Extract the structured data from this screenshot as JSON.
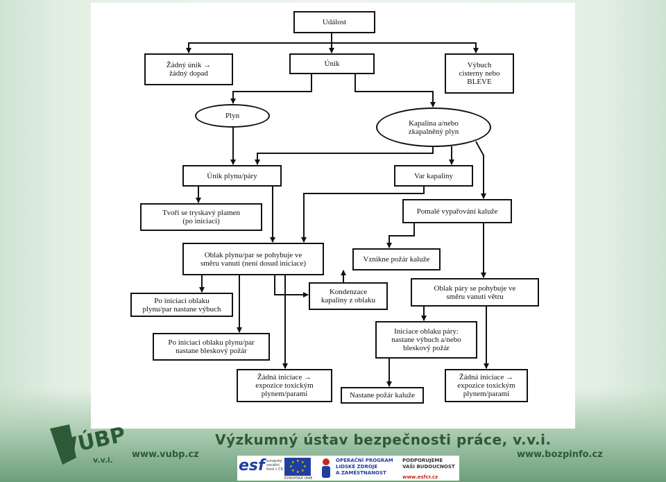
{
  "diagram": {
    "nodes": {
      "udalost": "Událost",
      "zadny_unik": "Žádný únik →\nžádný dopad",
      "unik": "Únik",
      "vybuch": "Výbuch\ncisterny nebo\nBLEVE",
      "plyn": "Plyn",
      "kapalina": "Kapalina a/nebo\nzkapalněný plyn",
      "unik_plynu": "Únik plynu/páry",
      "var_kapaliny": "Var kapaliny",
      "pomale": "Pomalé vypařování kaluže",
      "tryskavy": "Tvoří se tryskavý plamen\n(po iniciaci)",
      "oblak_plynu": "Oblak plynu/par se pohybuje ve\nsměru vanutí (není dosud iniciace)",
      "vznikne_pozar": "Vznikne požár kaluže",
      "kondenzace": "Kondenzace\nkapaliny z oblaku",
      "oblak_pary": "Oblak páry se pohybuje ve\nsměru vanutí větru",
      "po_iniciaci_vybuch": "Po iniciaci oblaku\nplynu/par nastane výbuch",
      "po_iniciaci_pozar": "Po iniciaci oblaku plynu/par\nnastane bleskový požár",
      "iniciace_oblaku": "Iniciace oblaku páry:\nnastane výbuch a/nebo\nbleskový požár",
      "zadna_iniciace_1": "Žádná iniciace →\nexpozice toxickým\nplynem/parami",
      "nastane_pozar": "Nastane požár kaluže",
      "zadna_iniciace_2": "Žádná iniciace →\nexpozice toxickým\nplynem/parami"
    }
  },
  "footer": {
    "title": "Výzkumný ústav bezpečnosti práce, v.v.i.",
    "url_left": "www.vubp.cz",
    "url_right": "www.bozpinfo.cz",
    "logo_text": "VÚBP",
    "logo_sub": "v.v.i.",
    "esf_label": "esf",
    "esf_small": "evropský\nsociální\nfond v ČR",
    "eu_label": "EVROPSKÁ UNIE",
    "op_text": "OPERAČNÍ PROGRAM\nLIDSKÉ ZDROJE\nA ZAMĚSTNANOST",
    "support_text": "PODPORUJEME\nVAŠI BUDOUCNOST",
    "support_url": "www.esfcr.cz"
  },
  "colors": {
    "footer_green": "#2c5a36",
    "esf_blue": "#1f3f9e",
    "support_red": "#c8281e"
  }
}
